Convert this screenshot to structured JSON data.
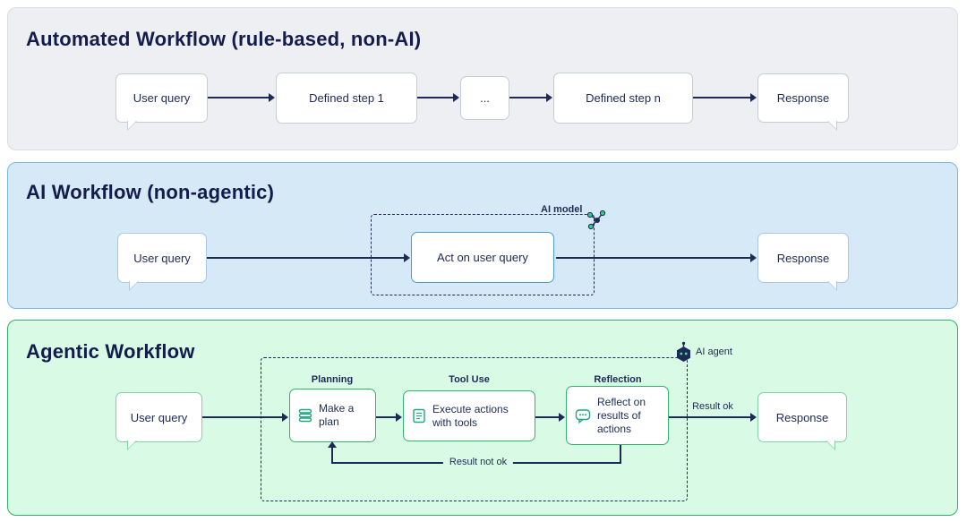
{
  "colors": {
    "navy_text": "#131c4a",
    "arrow": "#1d2a55",
    "panel1_bg": "#edeff3",
    "panel1_border": "#dbdee5",
    "panel2_bg": "#d6e9f7",
    "panel2_border": "#7cb9e9",
    "panel3_bg": "#d9fbe6",
    "panel3_border": "#2db466",
    "green_node_border": "#2fb46a",
    "blue_node_border": "#4a9be0",
    "teal_icon": "#1fa97d"
  },
  "automated": {
    "title": "Automated Workflow (rule-based, non-AI)",
    "nodes": {
      "user_query": "User query",
      "step1": "Defined step 1",
      "ellipsis": "...",
      "stepn": "Defined step n",
      "response": "Response"
    }
  },
  "ai_workflow": {
    "title": "AI Workflow (non-agentic)",
    "model_label": "AI model",
    "nodes": {
      "user_query": "User query",
      "act": "Act on user query",
      "response": "Response"
    }
  },
  "agentic": {
    "title": "Agentic Workflow",
    "agent_label": "AI agent",
    "stage_labels": {
      "planning": "Planning",
      "tool_use": "Tool Use",
      "reflection": "Reflection"
    },
    "nodes": {
      "user_query": "User query",
      "plan": "Make a plan",
      "execute": "Execute actions with tools",
      "reflect": "Reflect on results of actions",
      "response": "Response"
    },
    "edge_labels": {
      "result_ok": "Result ok",
      "result_not_ok": "Result not ok"
    }
  }
}
